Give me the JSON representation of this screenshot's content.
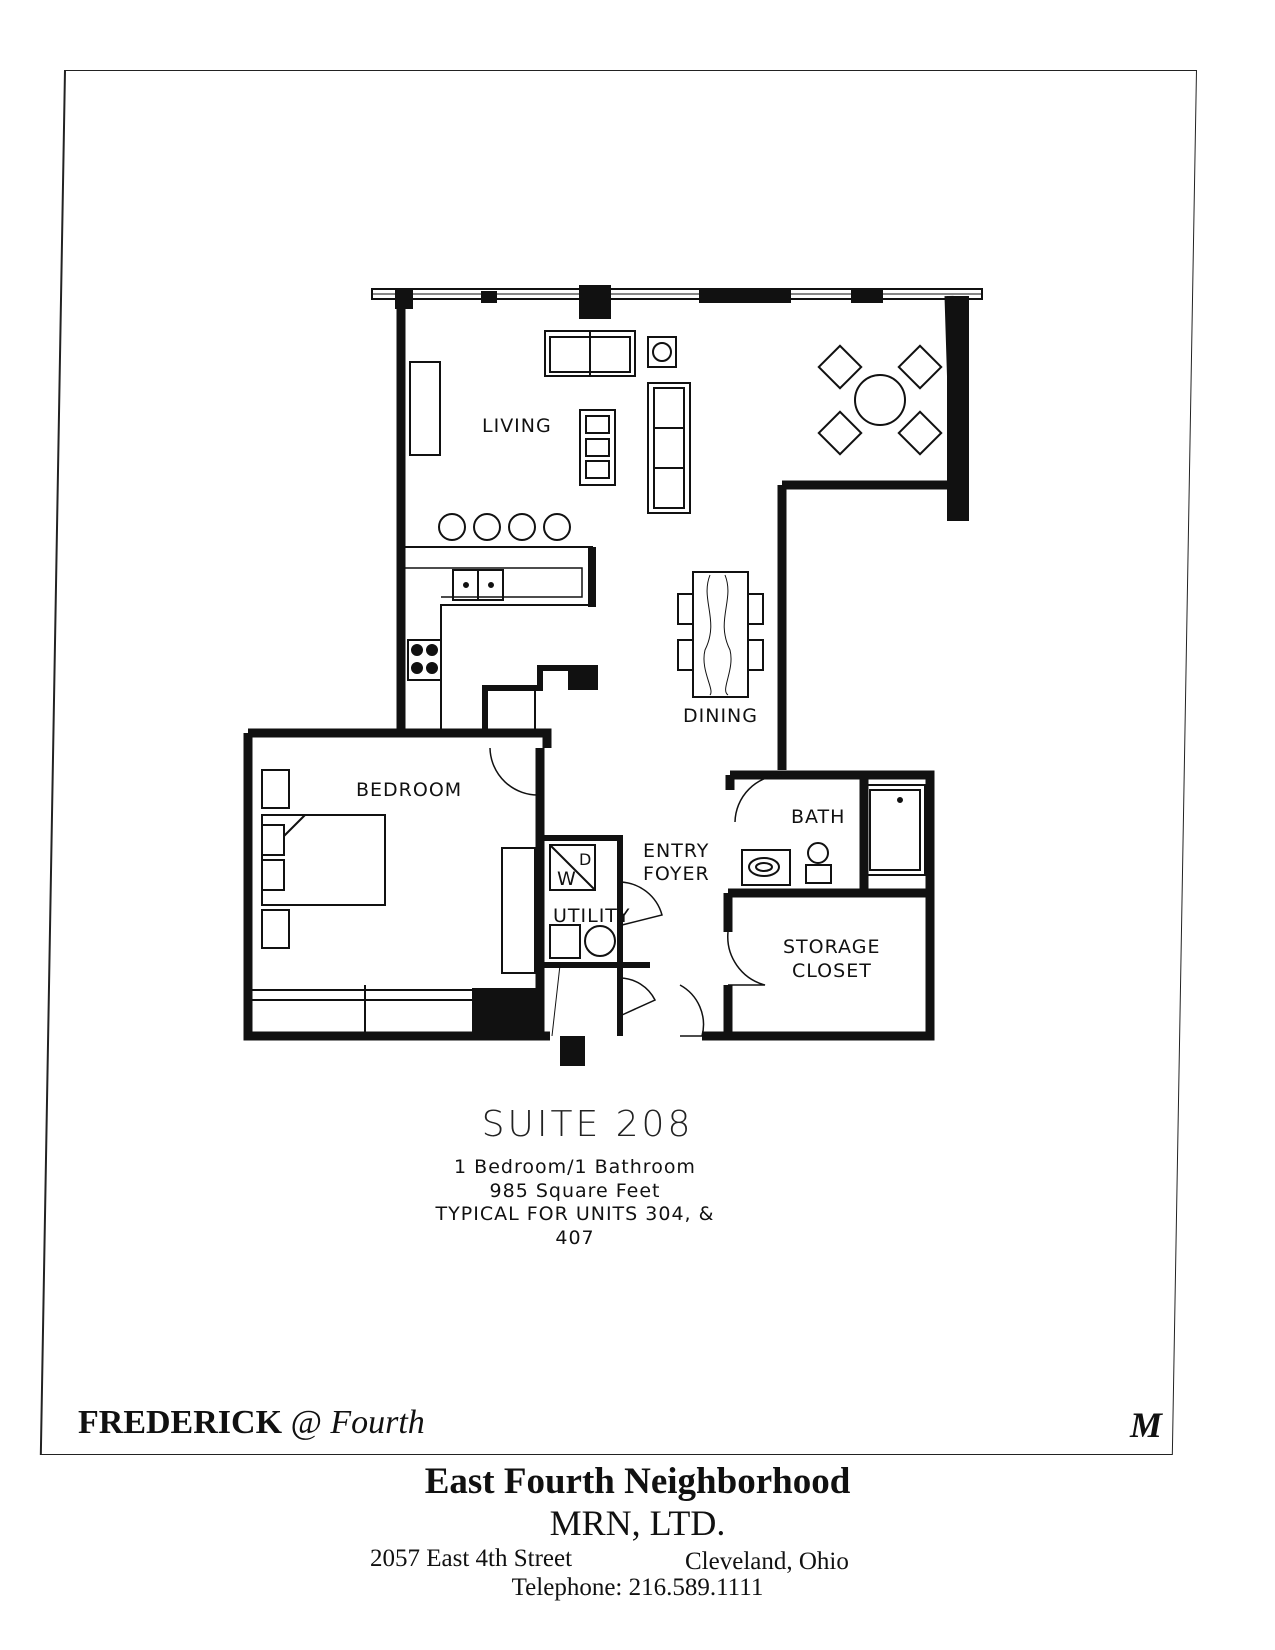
{
  "rooms": {
    "living": "LIVING",
    "dining": "DINING",
    "bedroom": "BEDROOM",
    "bath": "BATH",
    "entry_line1": "ENTRY",
    "entry_line2": "FOYER",
    "utility": "UTILITY",
    "storage_line1": "STORAGE",
    "storage_line2": "CLOSET",
    "washer": "W",
    "dryer": "D"
  },
  "suite": {
    "title": "SUITE 208",
    "bedrooms": "1 Bedroom/1 Bathroom",
    "area": "985 Square Feet",
    "typical_line1": "TYPICAL FOR UNITS 304, &",
    "typical_line2": "407"
  },
  "brand": {
    "name": "FREDERICK",
    "at": "@",
    "street": "Fourth",
    "mark": "M"
  },
  "footer": {
    "neighborhood": "East Fourth Neighborhood",
    "company": "MRN, LTD.",
    "address": "2057 East 4th Street",
    "city": "Cleveland, Ohio",
    "telephone": "Telephone: 216.589.1111"
  },
  "colors": {
    "ink": "#111111",
    "paper": "#ffffff"
  }
}
